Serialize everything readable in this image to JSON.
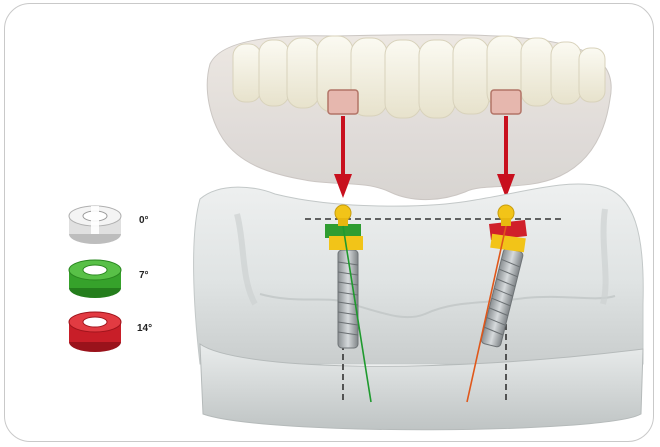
{
  "legend": {
    "items": [
      {
        "label": "0°",
        "color": "#d8d8d8",
        "name": "angle-0"
      },
      {
        "label": "7°",
        "color": "#3caa2f",
        "name": "angle-7"
      },
      {
        "label": "14°",
        "color": "#d0202a",
        "name": "angle-14"
      }
    ]
  },
  "colors": {
    "arrow": "#c8101e",
    "guide_line": "#333333",
    "axis_left": "#1f9a2e",
    "axis_right": "#e0571a",
    "abutment_yellow": "#f2c418"
  }
}
